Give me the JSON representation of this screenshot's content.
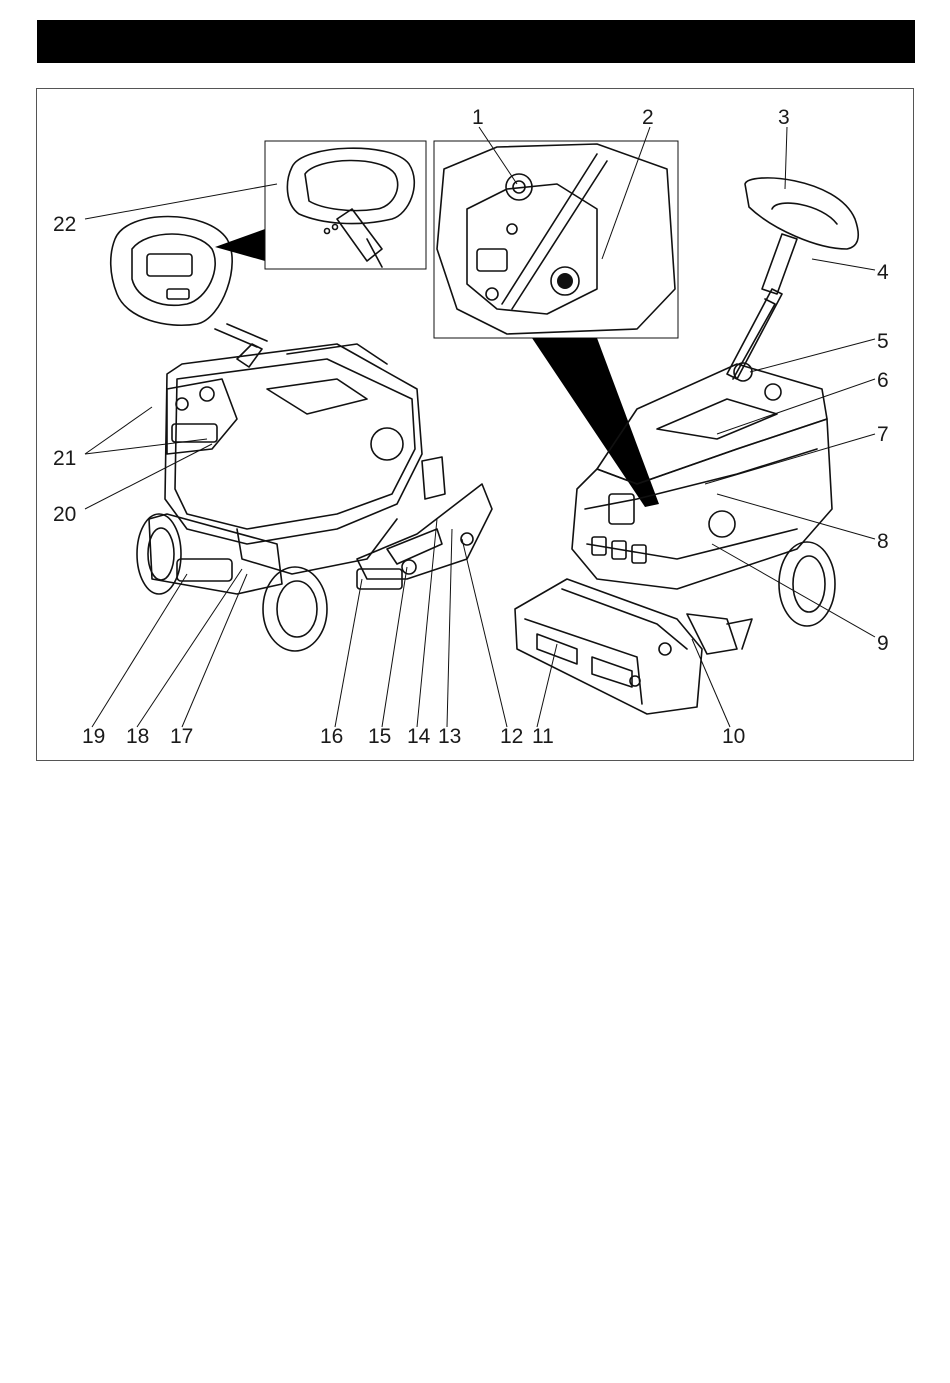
{
  "figure": {
    "callouts": [
      {
        "id": "c1",
        "label": "1"
      },
      {
        "id": "c2",
        "label": "2"
      },
      {
        "id": "c3",
        "label": "3"
      },
      {
        "id": "c4",
        "label": "4"
      },
      {
        "id": "c5",
        "label": "5"
      },
      {
        "id": "c6",
        "label": "6"
      },
      {
        "id": "c7",
        "label": "7"
      },
      {
        "id": "c8",
        "label": "8"
      },
      {
        "id": "c9",
        "label": "9"
      },
      {
        "id": "c10",
        "label": "10"
      },
      {
        "id": "c11",
        "label": "11"
      },
      {
        "id": "c12",
        "label": "12"
      },
      {
        "id": "c13",
        "label": "13"
      },
      {
        "id": "c14",
        "label": "14"
      },
      {
        "id": "c15",
        "label": "15"
      },
      {
        "id": "c16",
        "label": "16"
      },
      {
        "id": "c17",
        "label": "17"
      },
      {
        "id": "c18",
        "label": "18"
      },
      {
        "id": "c19",
        "label": "19"
      },
      {
        "id": "c20",
        "label": "20"
      },
      {
        "id": "c21",
        "label": "21"
      },
      {
        "id": "c22",
        "label": "22"
      }
    ]
  },
  "colors": {
    "header_bar": "#000000",
    "line_art": "#111111",
    "frame_border": "#555555"
  }
}
